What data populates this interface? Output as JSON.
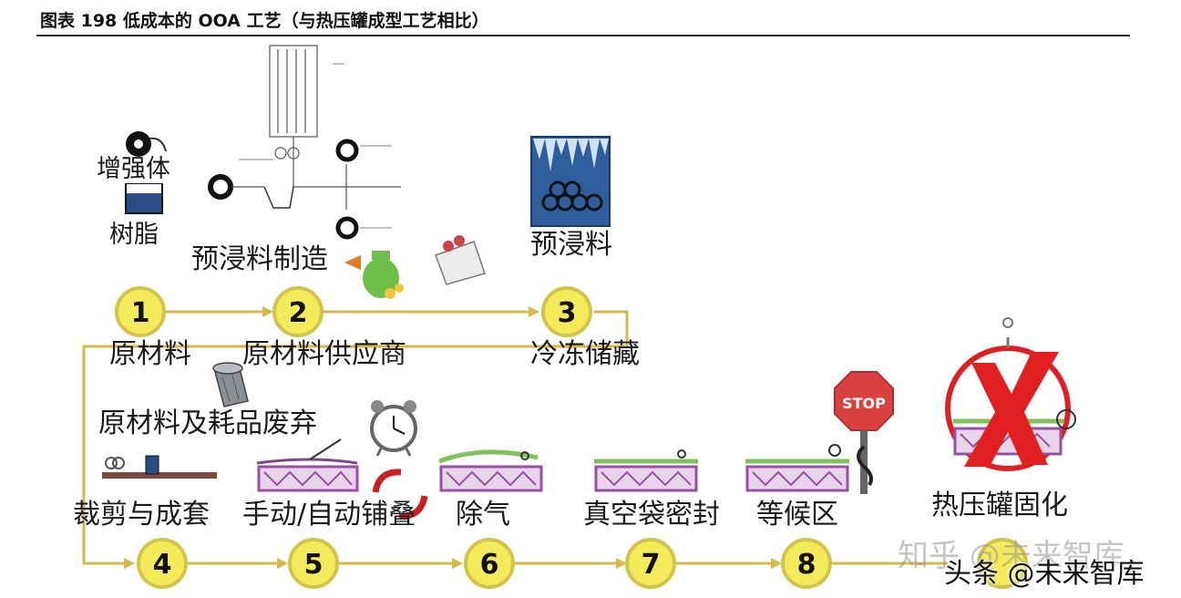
{
  "figure": {
    "title": "图表 198 低成本的 OOA 工艺（与热压罐成型工艺相比）"
  },
  "labels": {
    "reinforcement": "增强体",
    "resin": "树脂",
    "prepreg_making": "预浸料制造",
    "prepreg": "预浸料",
    "raw_material": "原材料",
    "supplier": "原材料供应商",
    "cold_storage": "冷冻储藏",
    "waste": "原材料及耗品废弃",
    "cutting": "裁剪与成套",
    "layup": "手动/自动铺叠",
    "debulk": "除气",
    "vacuum_bag": "真空袋密封",
    "waiting": "等候区",
    "autoclave": "热压罐固化"
  },
  "icons": {
    "stop_sign": "STOP"
  },
  "steps": [
    "1",
    "2",
    "3",
    "4",
    "5",
    "6",
    "7",
    "8"
  ],
  "colors": {
    "flow_line": "#d9b84a",
    "circle_fill": "#f5ea5a",
    "circle_stroke": "#d2c44a",
    "tool_purple": "#9a4fa6",
    "tool_green": "#7fc25a",
    "cross_red": "#e02020",
    "storage_blue": "#2e5f9c"
  },
  "watermark": {
    "line1": "知乎 @未来智库",
    "line2": "头条 @未来智库"
  }
}
